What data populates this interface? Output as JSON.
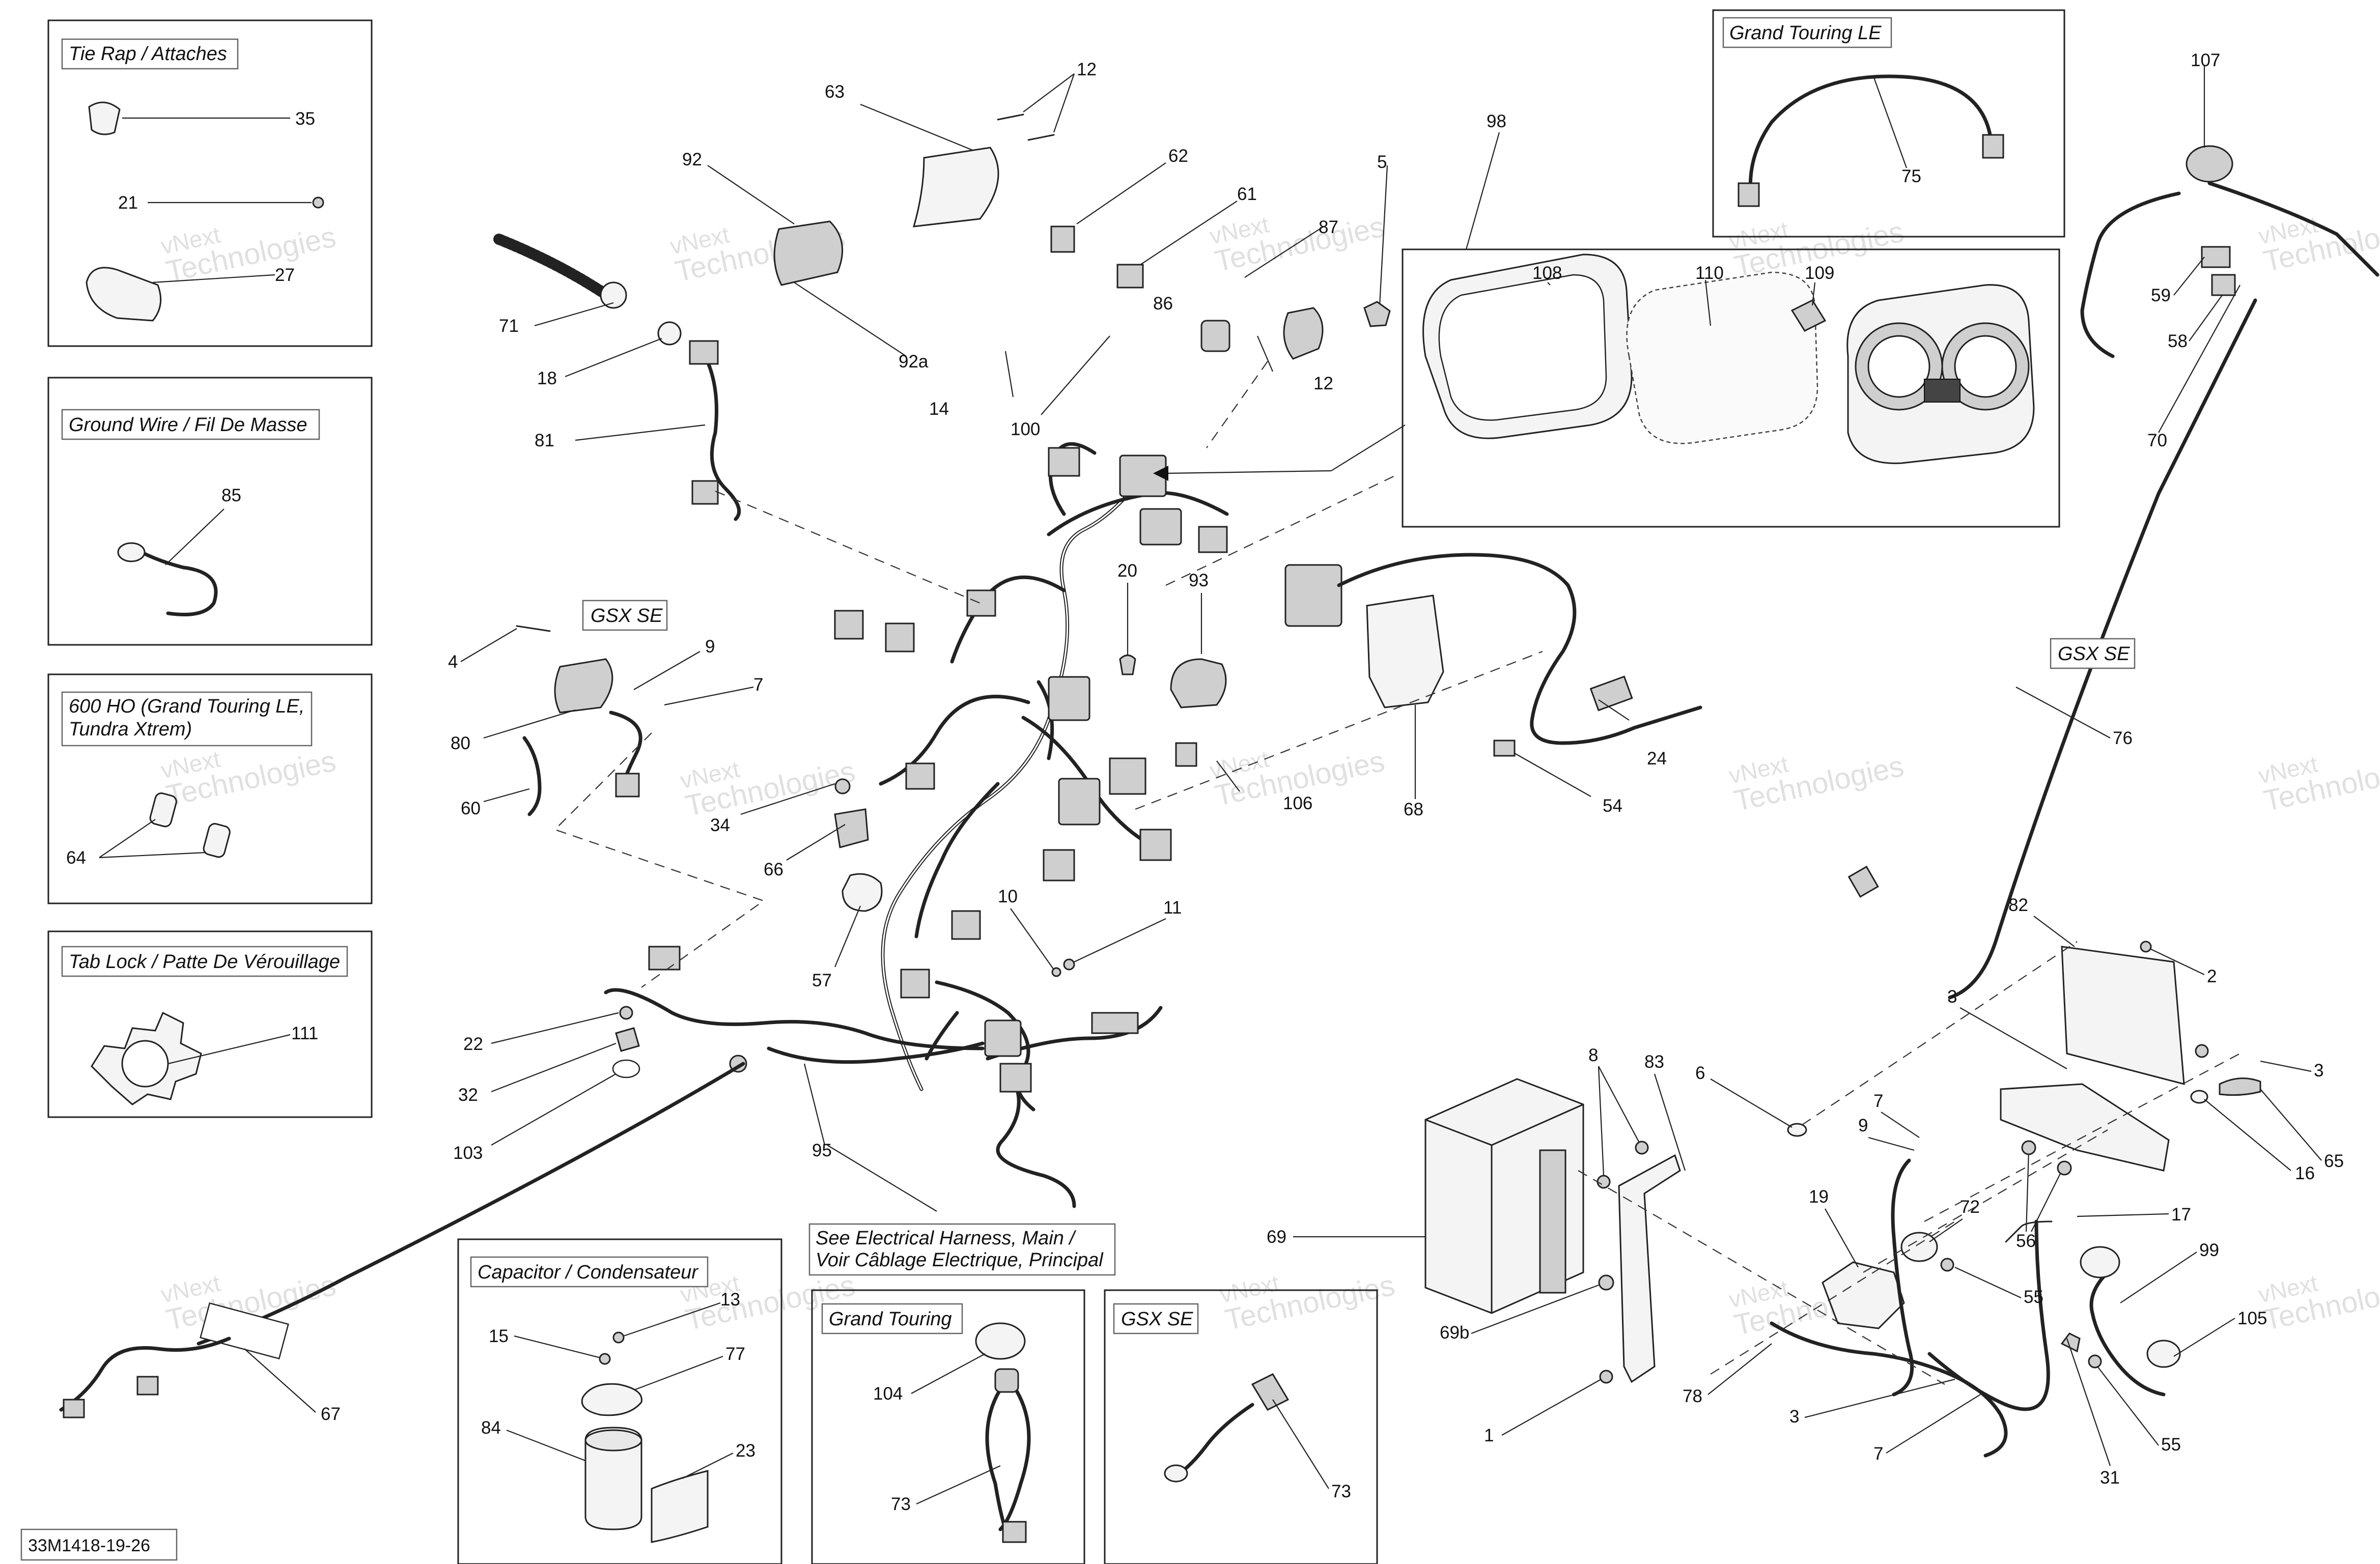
{
  "diagram_code": "33M1418-19-26",
  "watermark": {
    "line1": "vNext",
    "line2": "Technologies"
  },
  "insets": {
    "tie_rap": "Tie Rap / Attaches",
    "ground_wire": "Ground Wire / Fil De Masse",
    "ho600_line1": "600 HO (Grand Touring LE,",
    "ho600_line2": "Tundra Xtrem)",
    "tab_lock": "Tab Lock / Patte De Vérouillage",
    "capacitor": "Capacitor / Condensateur",
    "grand_touring": "Grand Touring",
    "gsx_se_bottom": "GSX SE",
    "grand_touring_le": "Grand Touring LE"
  },
  "tags": {
    "gsx_se_left": "GSX SE",
    "gsx_se_right": "GSX SE",
    "see_harness_line1": "See Electrical Harness, Main /",
    "see_harness_line2": "Voir Câblage Electrique, Principal"
  },
  "callouts": {
    "c35": "35",
    "c21": "21",
    "c27": "27",
    "c85": "85",
    "c64": "64",
    "c111": "111",
    "c63": "63",
    "c12a": "12",
    "c92": "92",
    "c62": "62",
    "c61": "61",
    "c87": "87",
    "c5": "5",
    "c98": "98",
    "c107": "107",
    "c75": "75",
    "c71": "71",
    "c18": "18",
    "c81": "81",
    "c92a": "92a",
    "c14": "14",
    "c100": "100",
    "c86": "86",
    "c12b": "12",
    "c108": "108",
    "c110": "110",
    "c109": "109",
    "c59": "59",
    "c58": "58",
    "c70": "70",
    "c4": "4",
    "c9a": "9",
    "c7a": "7",
    "c80": "80",
    "c60": "60",
    "c20": "20",
    "c93": "93",
    "c34": "34",
    "c66": "66",
    "c57": "57",
    "c106": "106",
    "c68": "68",
    "c24": "24",
    "c54": "54",
    "c76": "76",
    "c10": "10",
    "c11": "11",
    "c22": "22",
    "c32": "32",
    "c103": "103",
    "c95": "95",
    "c82": "82",
    "c2": "2",
    "c3a": "3",
    "c3b": "3",
    "c16": "16",
    "c65": "65",
    "c8": "8",
    "c83": "83",
    "c6": "6",
    "c7b": "7",
    "c9b": "9",
    "c19": "19",
    "c72": "72",
    "c17": "17",
    "c56": "56",
    "c55a": "55",
    "c99": "99",
    "c69": "69",
    "c69b": "69b",
    "c1": "1",
    "c78": "78",
    "c3c": "3",
    "c7c": "7",
    "c31": "31",
    "c55b": "55",
    "c105": "105",
    "c67": "67",
    "c13": "13",
    "c15": "15",
    "c77": "77",
    "c84": "84",
    "c23": "23",
    "c104": "104",
    "c73a": "73",
    "c73b": "73"
  }
}
